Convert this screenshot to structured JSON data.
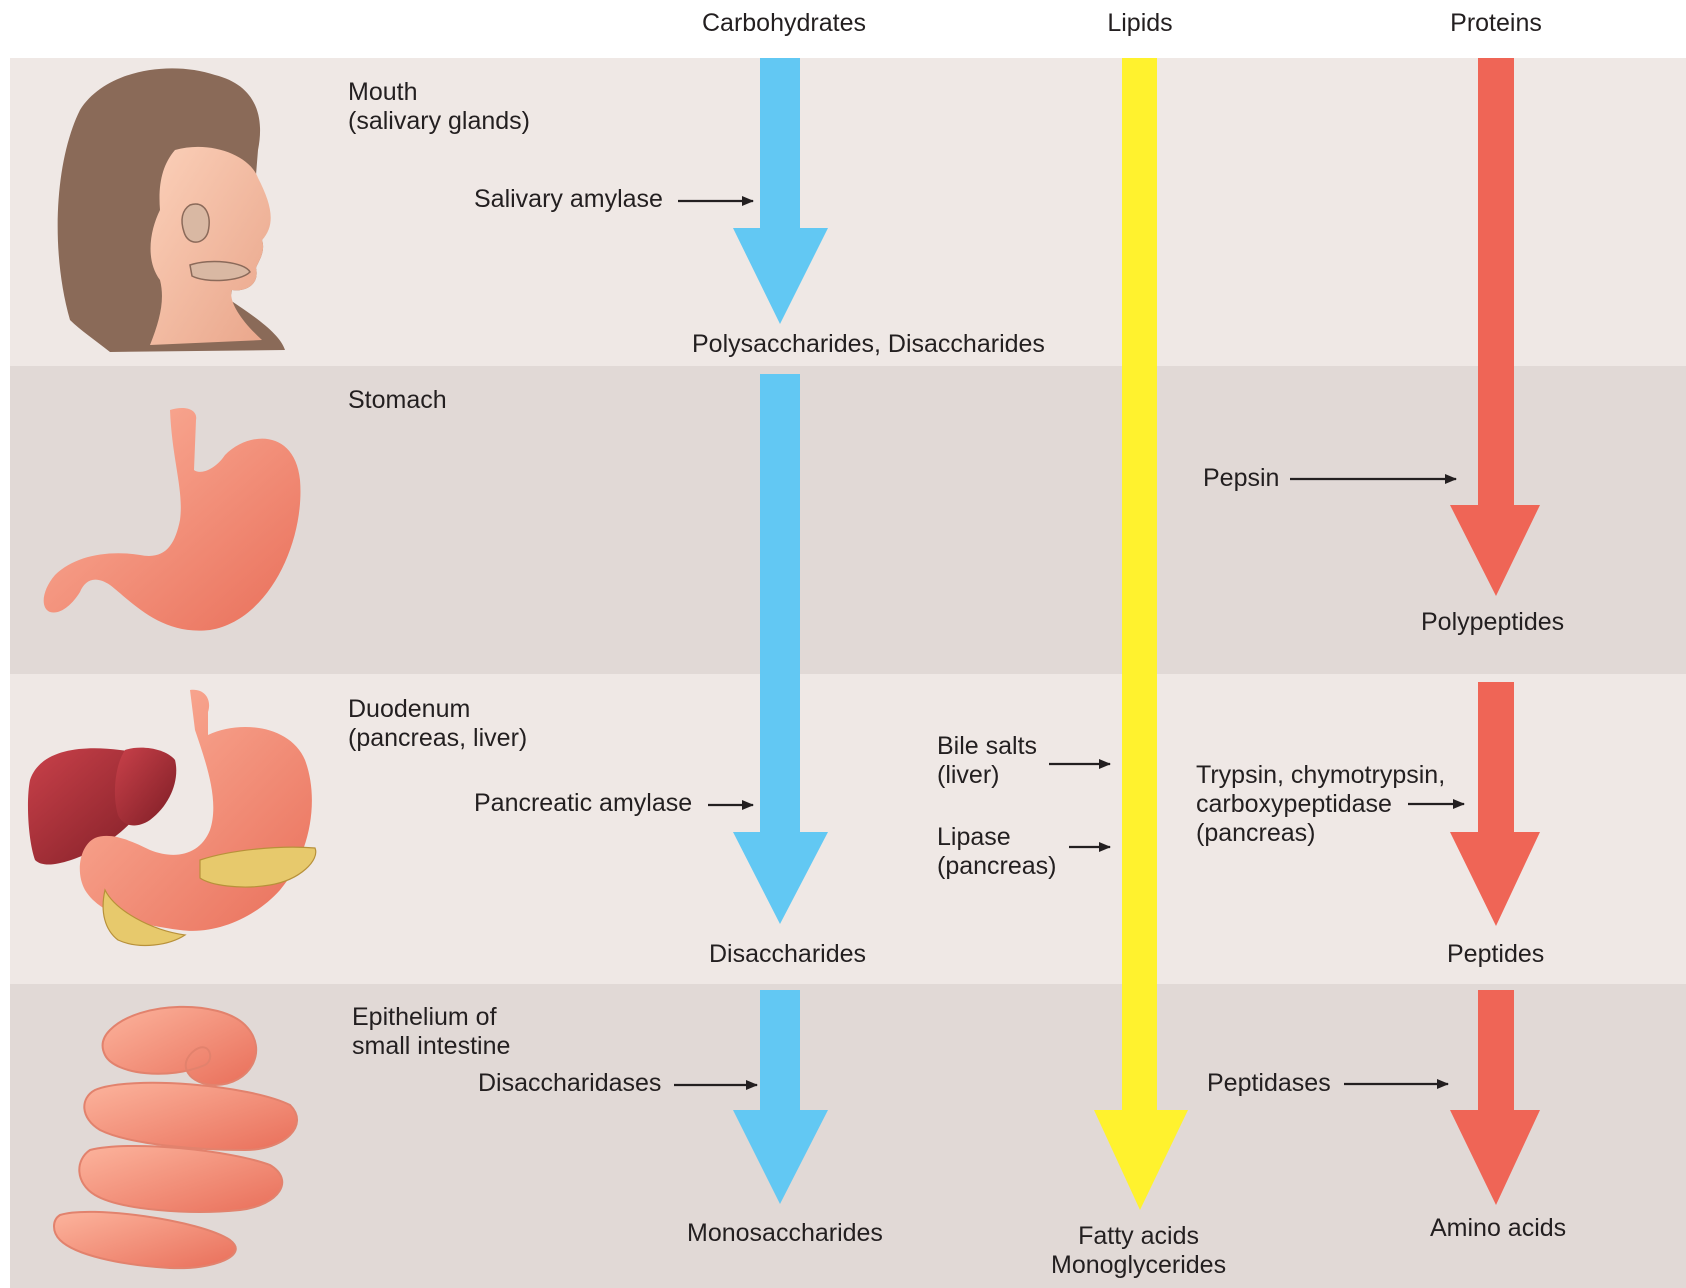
{
  "columns": {
    "carbohydrates": "Carbohydrates",
    "lipids": "Lipids",
    "proteins": "Proteins"
  },
  "colors": {
    "carbohydrates": "#62c8f3",
    "lipids": "#fff22e",
    "proteins": "#ef6556",
    "band_light": "#efe8e5",
    "band_dark": "#e1d9d6"
  },
  "stages": {
    "mouth": {
      "title": "Mouth\n(salivary glands)",
      "carb_enzyme": "Salivary amylase",
      "carb_product": "Polysaccharides, Disaccharides",
      "icon": "head-profile-salivary-glands"
    },
    "stomach": {
      "title": "Stomach",
      "protein_enzyme": "Pepsin",
      "protein_product": "Polypeptides",
      "icon": "stomach"
    },
    "duodenum": {
      "title": "Duodenum\n(pancreas, liver)",
      "carb_enzyme": "Pancreatic amylase",
      "lipid_agent_1": "Bile salts\n(liver)",
      "lipid_agent_2": "Lipase\n(pancreas)",
      "protein_enzyme": "Trypsin, chymotrypsin,\ncarboxypeptidase\n(pancreas)",
      "carb_product": "Disaccharides",
      "protein_product": "Peptides",
      "icon": "liver-stomach-pancreas"
    },
    "intestine": {
      "title": "Epithelium of\nsmall intestine",
      "carb_enzyme": "Disaccharidases",
      "protein_enzyme": "Peptidases",
      "carb_product": "Monosaccharides",
      "lipid_product": "Fatty acids\nMonoglycerides",
      "protein_product": "Amino acids",
      "icon": "small-intestine"
    }
  }
}
